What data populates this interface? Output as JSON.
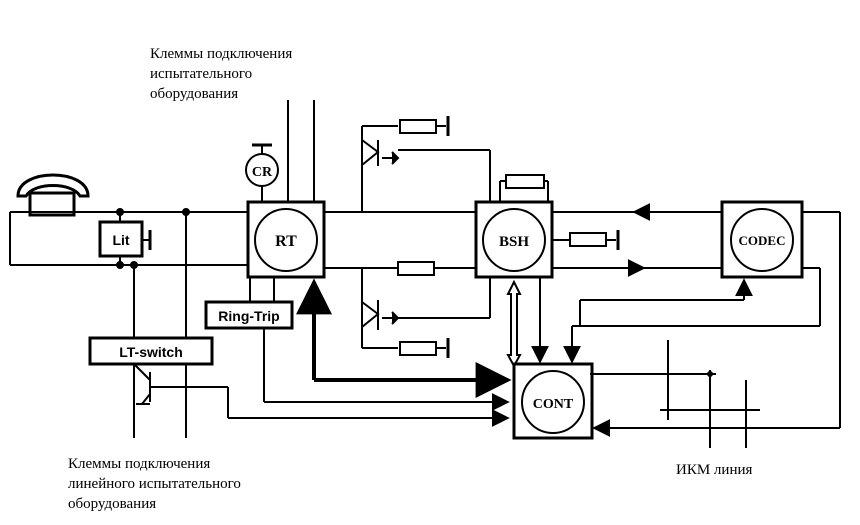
{
  "captions": {
    "test_terminals": [
      "Клеммы подключения",
      "испытательного",
      "оборудования"
    ],
    "line_test_terminals": [
      "Клеммы подключения",
      "линейного испытательного",
      "оборудования"
    ],
    "pcm_line": "ИКМ линия"
  },
  "blocks": {
    "lit": "Lit",
    "rt": "RT",
    "cr": "CR",
    "bsh": "BSH",
    "codec": "CODEC",
    "cont": "CONT",
    "ring_trip": "Ring-Trip",
    "lt_switch": "LT-switch"
  },
  "icons": {
    "telephone": "telephone-handset-icon",
    "transistor": "transistor-icon",
    "resistor": "resistor-icon"
  },
  "colors": {
    "line": "#000000",
    "background": "#ffffff"
  }
}
